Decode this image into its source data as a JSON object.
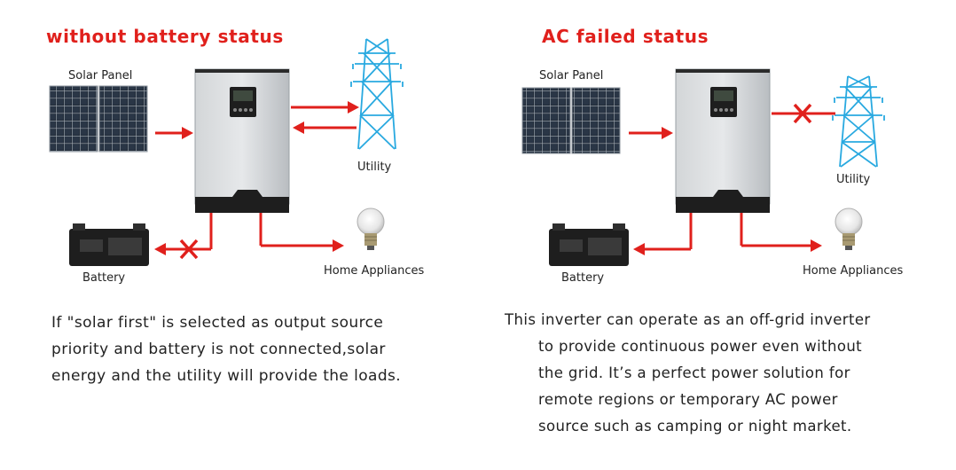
{
  "left": {
    "title": "without battery status",
    "labels": {
      "solar_panel": "Solar Panel",
      "utility": "Utility",
      "battery": "Battery",
      "home_appliances": "Home Appliances"
    },
    "caption_lines": [
      "If \"solar first\" is selected as output  source",
      "priority and battery is not connected,solar",
      "energy and the utility will provide the loads."
    ]
  },
  "right": {
    "title": "AC failed  status",
    "labels": {
      "solar_panel": "Solar Panel",
      "utility": "Utility",
      "battery": "Battery",
      "home_appliances": "Home Appliances"
    },
    "caption_lines": [
      "This inverter can operate as an off-grid inverter",
      "to provide continuous power even without",
      "the grid. It’s a perfect power solution for",
      "remote regions or temporary AC power",
      "source such as camping or night market."
    ]
  },
  "colors": {
    "title_red": "#e0201c",
    "arrow_red": "#e0201c",
    "tower_blue": "#29a9e0",
    "inverter_silver": "#c9cdd0",
    "inverter_dark": "#1e1e1e",
    "solar_cell": "#1c2430"
  },
  "icons": [
    "solar-panel-icon",
    "inverter-icon",
    "utility-tower-icon",
    "battery-icon",
    "light-bulb-icon",
    "disconnect-x-icon"
  ]
}
